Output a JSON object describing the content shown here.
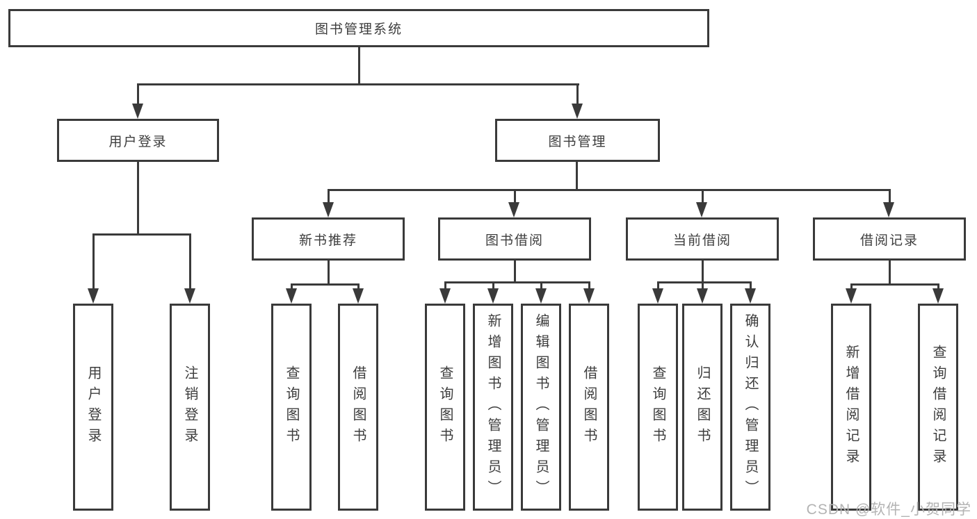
{
  "diagram": {
    "root": {
      "label": "图书管理系统"
    },
    "level2": [
      {
        "label": "用户登录"
      },
      {
        "label": "图书管理"
      }
    ],
    "level3": [
      {
        "label": "新书推荐"
      },
      {
        "label": "图书借阅"
      },
      {
        "label": "当前借阅"
      },
      {
        "label": "借阅记录"
      }
    ],
    "leaves": [
      {
        "label": "用户登录"
      },
      {
        "label": "注销登录"
      },
      {
        "label": "查询图书"
      },
      {
        "label": "借阅图书"
      },
      {
        "label": "查询图书"
      },
      {
        "label": "新增图书（管理员）"
      },
      {
        "label": "编辑图书（管理员）"
      },
      {
        "label": "借阅图书"
      },
      {
        "label": "查询图书"
      },
      {
        "label": "归还图书"
      },
      {
        "label": "确认归还（管理员）"
      },
      {
        "label": "新增借阅记录"
      },
      {
        "label": "查询借阅记录"
      }
    ]
  },
  "watermark": {
    "text": "CSDN @软件_小贺同学"
  },
  "colors": {
    "line": "#3a3a3a",
    "box_border": "#3a3a3a",
    "box_background": "#ffffff",
    "text": "#3d3d3d",
    "watermark_text": "#b3b3b3",
    "page_background": "#ffffff"
  }
}
